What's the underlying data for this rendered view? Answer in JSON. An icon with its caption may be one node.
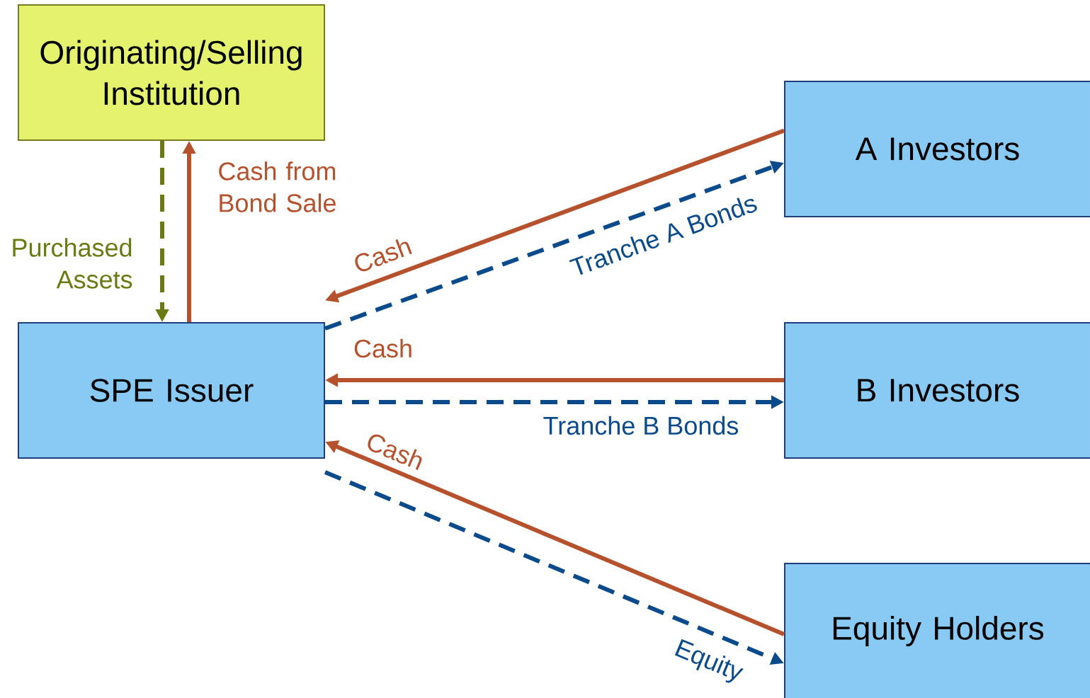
{
  "diagram": {
    "nodes": [
      {
        "text": [
          "Originating/Selling Institution"
        ]
      },
      {
        "text": [
          "SPE Issuer"
        ]
      },
      {
        "text": [
          "A  Investors"
        ]
      },
      {
        "text": [
          "B Investors"
        ]
      },
      {
        "text": [
          "Equity Holders"
        ]
      }
    ],
    "edges": [
      {
        "from": 0,
        "to": 1,
        "arrow": "to",
        "label": "Purchased Assets",
        "style": "dashed",
        "color": "#6b7a12"
      },
      {
        "from": 1,
        "to": 0,
        "arrow": "to",
        "label": "Cash from Bond Sale",
        "color": "#b5512d"
      },
      {
        "from": 2,
        "to": 1,
        "arrow": "to",
        "label": "Cash",
        "color": "#b5512d"
      },
      {
        "from": 1,
        "to": 2,
        "arrow": "to",
        "label": "Tranche A Bonds",
        "style": "dashed",
        "color": "#0b4a8b"
      },
      {
        "from": 3,
        "to": 1,
        "arrow": "to",
        "label": "Cash",
        "color": "#b5512d"
      },
      {
        "from": 1,
        "to": 3,
        "arrow": "to",
        "label": "Tranche B Bonds",
        "style": "dashed",
        "color": "#0b4a8b"
      },
      {
        "from": 4,
        "to": 1,
        "arrow": "to",
        "label": "Cash",
        "color": "#b5512d"
      },
      {
        "from": 1,
        "to": 4,
        "arrow": "to",
        "label": "Equity",
        "style": "dashed",
        "color": "#0b4a8b"
      }
    ]
  }
}
